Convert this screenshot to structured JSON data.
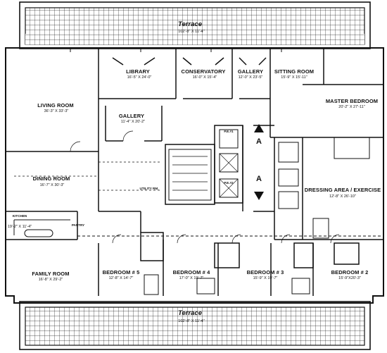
{
  "terraces": {
    "north": {
      "name": "Terrace",
      "dims": "102'-8\" X 11'-4\""
    },
    "south": {
      "name": "Terrace",
      "dims": "102'-8\" X 11'-4\""
    }
  },
  "rooms": {
    "library": {
      "name": "LIBRARY",
      "dims": "16'-5\" X 24'-0\""
    },
    "conservatory": {
      "name": "CONSERVATORY",
      "dims": "16'-0\" X 15'-4\""
    },
    "gallery_north": {
      "name": "GALLERY",
      "dims": "12'-0\" X 23'-5\""
    },
    "sitting_room": {
      "name": "SITTING ROOM",
      "dims": "15'-9\" X 15'-11\""
    },
    "living_room": {
      "name": "LIVING ROOM",
      "dims": "36'-3\" X 33'-3\""
    },
    "gallery_center": {
      "name": "GALLERY",
      "dims": "11'-4\" X 20'-2\""
    },
    "master_bedroom": {
      "name": "MASTER BEDROOM",
      "dims": "20'-2\" X 27'-11\""
    },
    "dining_room": {
      "name": "DINING ROOM",
      "dims": "16'-7\" X 30'-3\""
    },
    "dressing_area": {
      "name": "DRESSING AREA / EXERCISE",
      "dims": "12'-8\" X 26'-10\""
    },
    "kitchen": {
      "name": "KITCHEN",
      "dims": "19'-2\" X 11'-4\""
    },
    "pantry": {
      "name": "PANTRY"
    },
    "utility": {
      "name": "UTILITY RM."
    },
    "family_room": {
      "name": "FAMILY ROOM",
      "dims": "16'-8\" X 29'-2\""
    },
    "bedroom5": {
      "name": "BEDROOM # 5",
      "dims": "12'-8\" X 14'-7\""
    },
    "bedroom4": {
      "name": "BEDROOM # 4",
      "dims": "17'-0\" X 19'-7\""
    },
    "bedroom3": {
      "name": "BEDROOM # 3",
      "dims": "15'-9\" X 19'-7\""
    },
    "bedroom2": {
      "name": "BEDROOM # 2",
      "dims": "15'-9\"X20'-3\""
    }
  },
  "elevators": {
    "pe1": "P.E.#1",
    "pe2": "P.E.#2",
    "marker": "A"
  },
  "colors": {
    "line": "#111111",
    "background": "#ffffff"
  }
}
